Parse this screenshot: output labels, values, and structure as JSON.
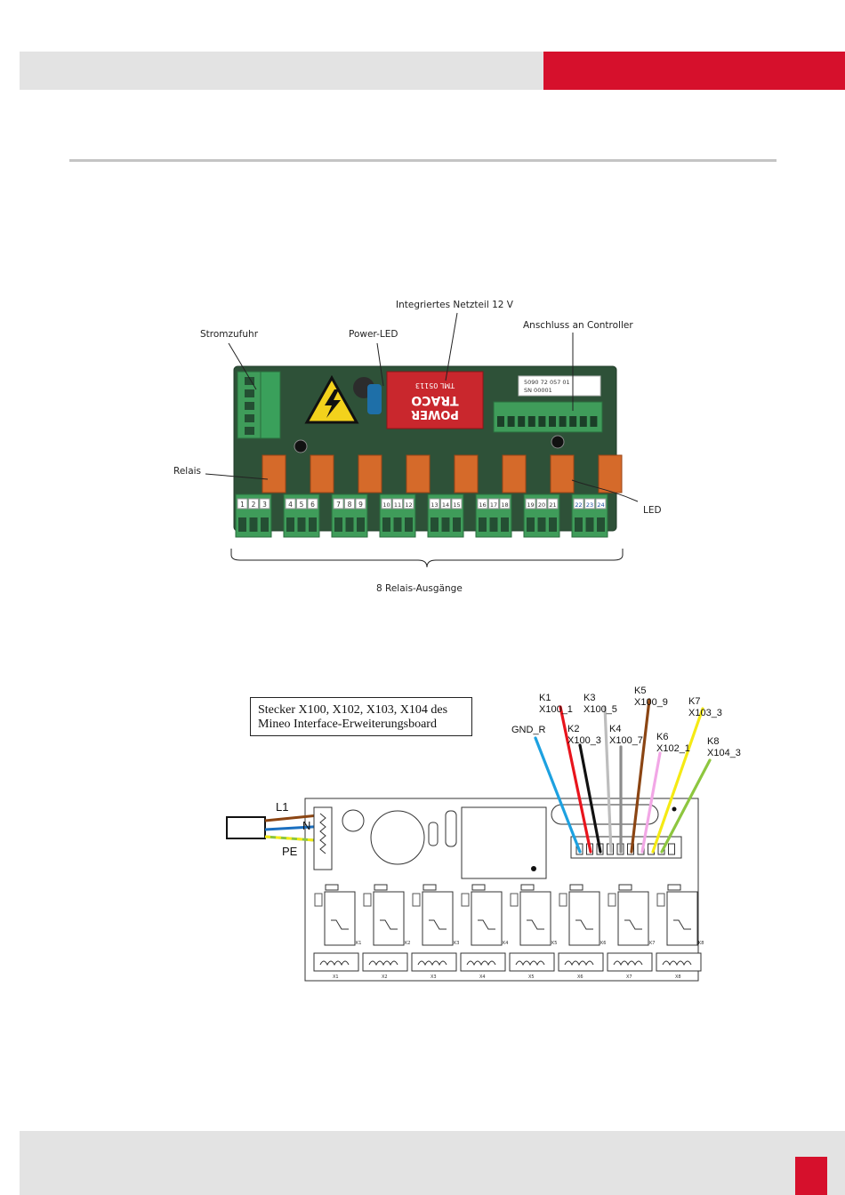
{
  "photo": {
    "labels": {
      "power_supply": "Stromzufuhr",
      "power_led": "Power-LED",
      "psu": "Integriertes Netzteil 12 V",
      "controller": "Anschluss an Controller",
      "relays": "Relais",
      "led": "LED",
      "outputs": "8 Relais-Ausgänge"
    },
    "terminals": [
      "1",
      "2",
      "3",
      "4",
      "5",
      "6",
      "7",
      "8",
      "9",
      "10",
      "11",
      "12",
      "13",
      "14",
      "15",
      "16",
      "17",
      "18",
      "19",
      "20",
      "21",
      "22",
      "23",
      "24"
    ],
    "psu_text": {
      "brand1": "TRACO",
      "brand2": "POWER",
      "model": "TML 05113"
    },
    "serial": {
      "line1": "5090 72 057 01",
      "line2": "SN 00001"
    }
  },
  "schematic": {
    "caption_line1": "Stecker X100, X102, X103, X104 des",
    "caption_line2": "Mineo Interface-Erweiterungsboard",
    "mains": [
      "L1",
      "N",
      "PE"
    ],
    "wires": [
      {
        "id": "gnd",
        "label1": "GND_R",
        "label2": "",
        "color": "#1da1e0"
      },
      {
        "id": "k1",
        "label1": "K1",
        "label2": "X100_1",
        "color": "#e8141c"
      },
      {
        "id": "k2",
        "label1": "K2",
        "label2": "X100_3",
        "color": "#111111"
      },
      {
        "id": "k3",
        "label1": "K3",
        "label2": "X100_5",
        "color": "#bdbdbd"
      },
      {
        "id": "k4",
        "label1": "K4",
        "label2": "X100_7",
        "color": "#8c8c8c"
      },
      {
        "id": "k5",
        "label1": "K5",
        "label2": "X100_9",
        "color": "#8b4513"
      },
      {
        "id": "k6",
        "label1": "K6",
        "label2": "X102_1",
        "color": "#f2a7e6"
      },
      {
        "id": "k7",
        "label1": "K7",
        "label2": "X103_3",
        "color": "#f5ea14"
      },
      {
        "id": "k8",
        "label1": "K8",
        "label2": "X104_3",
        "color": "#8dc63f"
      }
    ],
    "relays": [
      "K1",
      "K2",
      "K3",
      "K4",
      "K5",
      "K6",
      "K7",
      "K8"
    ],
    "connectors": [
      "X1",
      "X2",
      "X3",
      "X4",
      "X5",
      "X6",
      "X7",
      "X8"
    ]
  },
  "colors": {
    "accent_red": "#d6102c",
    "header_grey": "#e3e3e3",
    "board_green": "#3f9c5a"
  }
}
